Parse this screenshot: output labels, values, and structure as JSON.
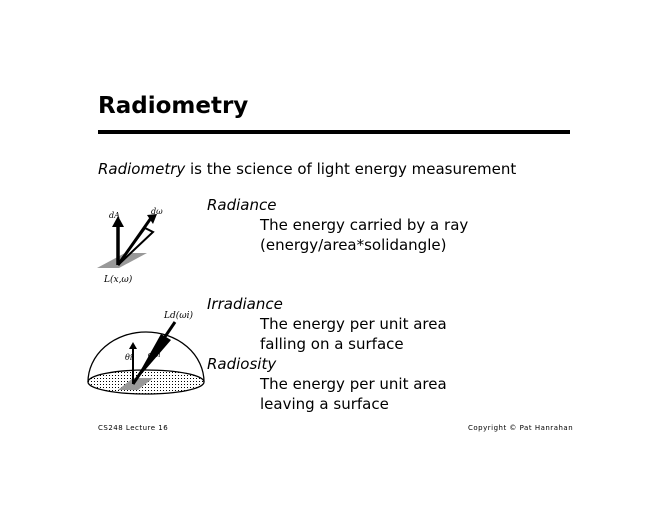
{
  "slide": {
    "title": "Radiometry",
    "intro_term": "Radiometry",
    "intro_rest": " is the science of light energy measurement"
  },
  "definitions": [
    {
      "term": "Radiance",
      "lines": [
        "The energy carried by a ray",
        "(energy/area*solidangle)"
      ]
    },
    {
      "term": "Irradiance",
      "lines": [
        "The energy per unit area",
        "falling on a surface"
      ]
    },
    {
      "term": "Radiosity",
      "lines": [
        "The energy per unit area",
        "leaving a surface"
      ]
    }
  ],
  "figures": {
    "radiance": {
      "label_dA": "dA",
      "label_domega": "dω",
      "label_L": "L(x,ω)"
    },
    "irradiance": {
      "label_Ld": "Ld(ωi)",
      "label_theta": "θi",
      "label_domega": "dωi"
    }
  },
  "footer": {
    "left": "CS248 Lecture 16",
    "right": "Copyright © Pat Hanrahan"
  }
}
